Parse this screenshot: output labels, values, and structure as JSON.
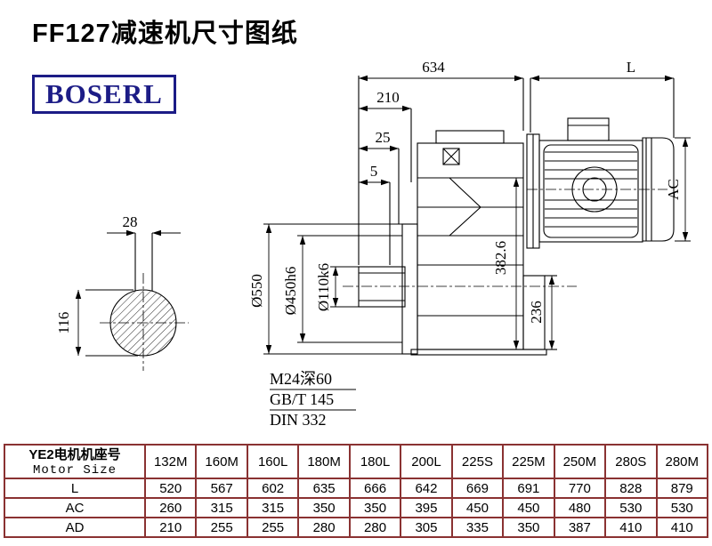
{
  "page": {
    "title": "FF127减速机尺寸图纸",
    "brand": "BOSERL"
  },
  "drawing": {
    "dims": {
      "overall_width": "634",
      "motor_length": "L",
      "flange_to_face": "210",
      "step_25": "25",
      "step_5": "5",
      "motor_ac": "AC",
      "flange_diameter": "Ø550",
      "spigot_diameter": "Ø450h6",
      "shaft_diameter": "Ø110k6",
      "height_382_6": "382.6",
      "base_height_236": "236",
      "key_width_28": "28",
      "shaft_height_116": "116"
    },
    "notes": [
      "M24深60",
      "GB/T 145",
      "DIN 332"
    ]
  },
  "table": {
    "header_cn": "YE2电机机座号",
    "header_en": "Motor Size",
    "columns": [
      "132M",
      "160M",
      "160L",
      "180M",
      "180L",
      "200L",
      "225S",
      "225M",
      "250M",
      "280S",
      "280M"
    ],
    "rows": [
      {
        "label": "L",
        "values": [
          "520",
          "567",
          "602",
          "635",
          "666",
          "642",
          "669",
          "691",
          "770",
          "828",
          "879"
        ]
      },
      {
        "label": "AC",
        "values": [
          "260",
          "315",
          "315",
          "350",
          "350",
          "395",
          "450",
          "450",
          "480",
          "530",
          "530"
        ]
      },
      {
        "label": "AD",
        "values": [
          "210",
          "255",
          "255",
          "280",
          "280",
          "305",
          "335",
          "350",
          "387",
          "410",
          "410"
        ]
      }
    ]
  }
}
